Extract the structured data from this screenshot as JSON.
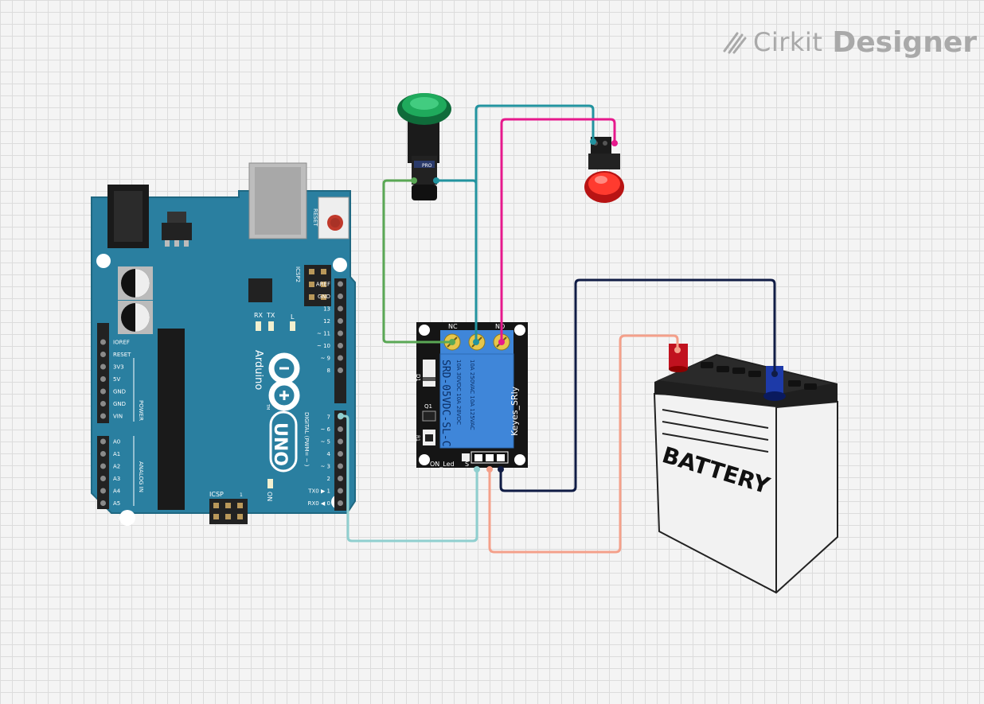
{
  "brand": {
    "cirkit": "Cirkit",
    "designer": "Designer"
  },
  "arduino": {
    "brand": "Arduino",
    "model": "UNO",
    "tm": "TM",
    "reset": "RESET",
    "icsp": "ICSP",
    "icsp2": "ICSP2",
    "icsp_one": "1",
    "on": "ON",
    "led_tx": "TX",
    "led_rx": "RX",
    "led_l": "L",
    "power_label": "POWER",
    "analog_label": "ANALOG IN",
    "digital_label": "DIGITAL (PWM= ~ )",
    "power_pins": [
      "IOREF",
      "RESET",
      "3V3",
      "5V",
      "GND",
      "GND",
      "VIN"
    ],
    "analog_pins": [
      "A0",
      "A1",
      "A2",
      "A3",
      "A4",
      "A5"
    ],
    "digital_top": [
      "AREF",
      "GND",
      "13",
      "12",
      "~ 11",
      "~ 10",
      "~ 9",
      "8"
    ],
    "digital_bottom": [
      "7",
      "~ 6",
      "~ 5",
      "4",
      "~ 3",
      "2",
      "TX0 ▶ 1",
      "RX0 ◀ 0"
    ]
  },
  "relay": {
    "nc": "NC",
    "no": "NO",
    "model": "SRD-05VDC-SL-C",
    "brand": "Keyes_SRly",
    "spec1": "10A 250VAC  10A 125VAC",
    "spec2": "10A  30VDC  10A  28VDC",
    "d1": "D1",
    "q1": "Q1",
    "r1": "R1",
    "on_led": "ON_Led",
    "s": "S"
  },
  "battery": {
    "label": "BATTERY"
  },
  "green_lamp": {
    "brand": "PRO"
  },
  "colors": {
    "board": "#2a7fa0",
    "relay_blue": "#3f86d9",
    "wire_green": "#5aa855",
    "wire_teal": "#22939f",
    "wire_pink": "#e6198c",
    "wire_navy": "#101c45",
    "wire_salmon": "#f4a08a",
    "wire_lightteal": "#8fcfcf"
  }
}
